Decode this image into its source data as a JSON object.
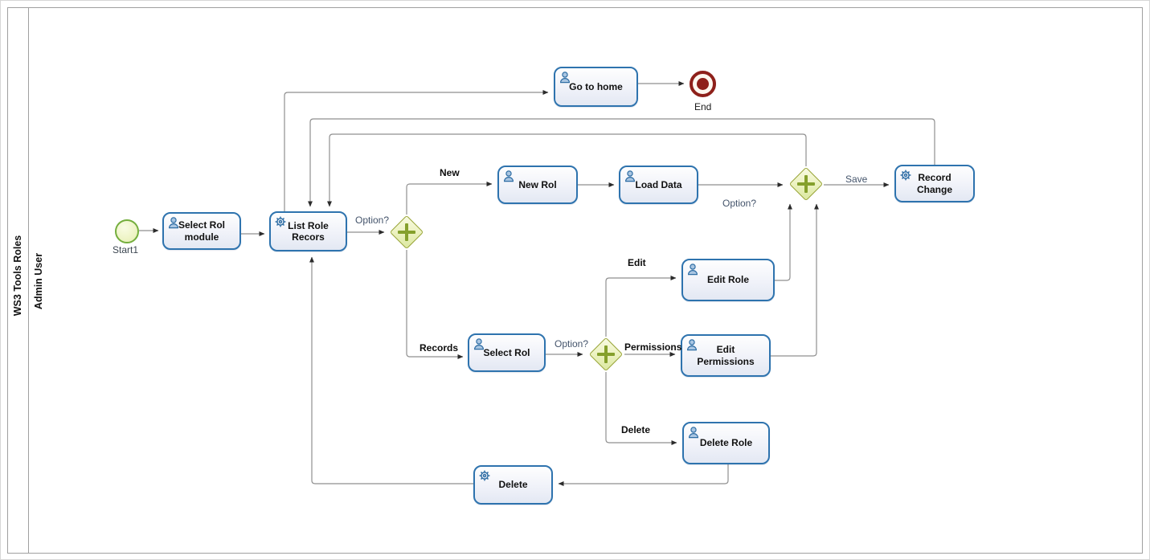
{
  "pool": {
    "title": "WS3 Tools Roles",
    "lane": "Admin User"
  },
  "events": {
    "start": {
      "label": "Start1",
      "icon": "start-circle-icon"
    },
    "end": {
      "label": "End",
      "icon": "end-circle-icon"
    }
  },
  "tasks": {
    "select_rol_module": {
      "label": "Select Rol module",
      "icon": "user-icon"
    },
    "list_role_recors": {
      "label": "List Role Recors",
      "icon": "gear-icon"
    },
    "go_to_home": {
      "label": "Go to home",
      "icon": "user-icon"
    },
    "new_rol": {
      "label": "New Rol",
      "icon": "user-icon"
    },
    "load_data": {
      "label": "Load Data",
      "icon": "user-icon"
    },
    "record_change": {
      "label": "Record Change",
      "icon": "gear-icon"
    },
    "edit_role": {
      "label": "Edit Role",
      "icon": "user-icon"
    },
    "select_rol": {
      "label": "Select Rol",
      "icon": "user-icon"
    },
    "edit_permissions": {
      "label": "Edit Permissions",
      "icon": "user-icon"
    },
    "delete_role": {
      "label": "Delete Role",
      "icon": "user-icon"
    },
    "delete": {
      "label": "Delete",
      "icon": "gear-icon"
    }
  },
  "gateways": {
    "list_options": {
      "icon": "plus-gateway-icon"
    },
    "record_options": {
      "icon": "plus-gateway-icon"
    },
    "merge_options": {
      "icon": "plus-gateway-icon"
    }
  },
  "flow_labels": {
    "option_list": "Option?",
    "new": "New",
    "records": "Records",
    "option_select": "Option?",
    "edit": "Edit",
    "permissions": "Permissions",
    "delete": "Delete",
    "option_merge": "Option?",
    "save": "Save"
  },
  "colors": {
    "task_border": "#2e73ae",
    "task_fill_bottom": "#e3e8f3",
    "gateway_border": "#97a434",
    "gateway_plus": "#85a02c",
    "start_border": "#74ae3d",
    "end_event": "#8e201a",
    "connector": "#8f8f8f",
    "flow_label_soft": "#44546b"
  }
}
